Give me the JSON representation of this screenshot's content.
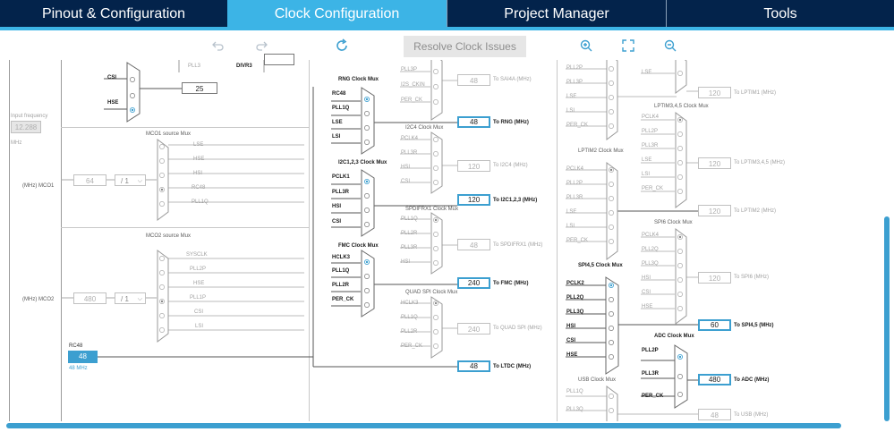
{
  "tabs": [
    {
      "label": "Pinout & Configuration",
      "active": false
    },
    {
      "label": "Clock Configuration",
      "active": true
    },
    {
      "label": "Project Manager",
      "active": false
    },
    {
      "label": "Tools",
      "active": false
    }
  ],
  "toolbar": {
    "resolve_label": "Resolve Clock Issues",
    "icons": [
      "undo-icon",
      "redo-icon",
      "refresh-icon",
      "zoom-in-icon",
      "fit-screen-icon",
      "zoom-out-icon"
    ]
  },
  "colors": {
    "nav_bg": "#03234b",
    "active_tab": "#3cb4e6",
    "highlight": "#3c9fd0",
    "rc48_block": "#3c9fd0"
  },
  "left": {
    "csi": "CSI",
    "hse": "HSE",
    "divider_25": "25",
    "input_freq_label": "Input frequency",
    "input_freq_value": "12.288",
    "mhz": "MHz",
    "mco1_title": "MCO1 source Mux",
    "mco1_inputs": [
      "LSE",
      "HSE",
      "HSI",
      "RC48",
      "PLL1Q"
    ],
    "mco1_out_label": "(MHz) MCO1",
    "mco1_value": "64",
    "mco1_div": "/ 1",
    "mco2_title": "MCO2 source Mux",
    "mco2_inputs": [
      "SYSCLK",
      "PLL2P",
      "HSE",
      "PLL1P",
      "CSI",
      "LSI"
    ],
    "mco2_out_label": "(MHz) MCO2",
    "mco2_value": "480",
    "mco2_div": "/ 1",
    "rc48_label": "RC48",
    "rc48_value": "48",
    "rc48_freq": "48 MHz"
  },
  "top": {
    "pll3": "PLL3",
    "divr3": "DIVR3"
  },
  "col2": {
    "rng_title": "RNG Clock Mux",
    "rng_inputs": [
      "RC48",
      "PLL1Q",
      "LSE",
      "LSI"
    ],
    "i2c123_title": "I2C1,2,3 Clock Mux",
    "i2c123_inputs": [
      "PCLK1",
      "PLL3R",
      "HSI",
      "CSI"
    ],
    "fmc_title": "FMC Clock Mux",
    "fmc_inputs": [
      "HCLK3",
      "PLL1Q",
      "PLL2R",
      "PER_CK"
    ]
  },
  "col3": {
    "sai4a_inputs": [
      "PLL3P",
      "I2S_CKIN",
      "PER_CK"
    ],
    "sai4a_value": "48",
    "sai4a_label": "To SAI4A (MHz)",
    "rng_value": "48",
    "rng_label": "To RNG (MHz)",
    "i2c4_title": "I2C4 Clock Mux",
    "i2c4_inputs": [
      "PCLK4",
      "PLL3R",
      "HSI",
      "CSI"
    ],
    "i2c4_value": "120",
    "i2c4_label": "To I2C4 (MHz)",
    "i2c123_value": "120",
    "i2c123_label": "To I2C1,2,3 (MHz)",
    "spdif_title": "SPDIFRX1 Clock Mux",
    "spdif_inputs": [
      "PLL1Q",
      "PLL2R",
      "PLL3R",
      "HSI"
    ],
    "spdif_value": "48",
    "spdif_label": "To SPDIFRX1 (MHz)",
    "fmc_value": "240",
    "fmc_label": "To FMC (MHz)",
    "qspi_title": "QUAD SPI Clock Mux",
    "qspi_inputs": [
      "HCLK3",
      "PLL1Q",
      "PLL2R",
      "PER_CK"
    ],
    "qspi_value": "240",
    "qspi_label": "To QUAD SPI (MHz)",
    "ltdc_value": "48",
    "ltdc_label": "To LTDC (MHz)"
  },
  "col4": {
    "top_inputs": [
      "PLL2P",
      "PLL3P",
      "LSE",
      "LSI",
      "PER_CK"
    ],
    "lptim2_title": "LPTIM2 Clock Mux",
    "lptim2_inputs": [
      "PCLK4",
      "PLL2P",
      "PLL3R",
      "LSE",
      "LSI",
      "PER_CK"
    ],
    "spi45_title": "SPI4,5 Clock Mux",
    "spi45_inputs": [
      "PCLK2",
      "PLL2Q",
      "PLL3Q",
      "HSI",
      "CSI",
      "HSE"
    ],
    "usb_title": "USB Clock Mux",
    "usb_inputs": [
      "PLL1Q",
      "PLL3Q"
    ]
  },
  "col5": {
    "lptim1_inputs": [
      "LSE"
    ],
    "lptim1_value": "120",
    "lptim1_label": "To LPTIM1 (MHz)",
    "lptim345_title": "LPTIM3,4,5 Clock Mux",
    "lptim345_inputs": [
      "PCLK4",
      "PLL2P",
      "PLL3R",
      "LSE",
      "LSI",
      "PER_CK"
    ],
    "lptim345_value": "120",
    "lptim345_label": "To LPTIM3,4,5 (MHz)",
    "lptim2_value": "120",
    "lptim2_label": "To LPTIM2 (MHz)",
    "spi6_title": "SPI6 Clock Mux",
    "spi6_inputs": [
      "PCLK4",
      "PLL2Q",
      "PLL3Q",
      "HSI",
      "CSI",
      "HSE"
    ],
    "spi6_value": "120",
    "spi6_label": "To SPI6 (MHz)",
    "spi45_value": "60",
    "spi45_label": "To SPI4,5 (MHz)",
    "adc_title": "ADC Clock Mux",
    "adc_inputs": [
      "PLL2P",
      "PLL3R",
      "PER_CK"
    ],
    "adc_value": "480",
    "adc_label": "To ADC (MHz)",
    "usb_value": "48",
    "usb_label": "To USB (MHz)"
  }
}
